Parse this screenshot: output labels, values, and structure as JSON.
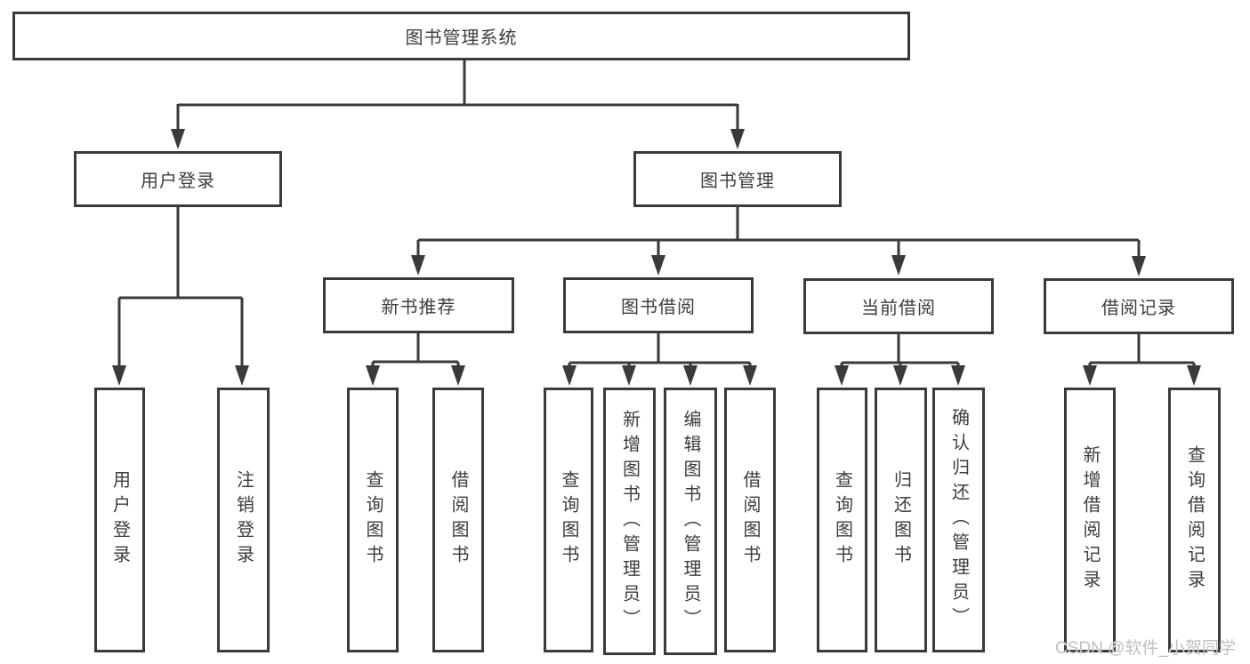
{
  "tree": {
    "root": {
      "label": "图书管理系统"
    },
    "branches": [
      {
        "label": "用户登录",
        "children": [
          {
            "label": "用户登录"
          },
          {
            "label": "注销登录"
          }
        ]
      },
      {
        "label": "图书管理",
        "children": [
          {
            "label": "新书推荐",
            "children": [
              {
                "label": "查询图书"
              },
              {
                "label": "借阅图书"
              }
            ]
          },
          {
            "label": "图书借阅",
            "children": [
              {
                "label": "查询图书"
              },
              {
                "label": "新增图书（管理员）"
              },
              {
                "label": "编辑图书（管理员）"
              },
              {
                "label": "借阅图书"
              }
            ]
          },
          {
            "label": "当前借阅",
            "children": [
              {
                "label": "查询图书"
              },
              {
                "label": "归还图书"
              },
              {
                "label": "确认归还（管理员）"
              }
            ]
          },
          {
            "label": "借阅记录",
            "children": [
              {
                "label": "新增借阅记录"
              },
              {
                "label": "查询借阅记录"
              }
            ]
          }
        ]
      }
    ]
  },
  "watermark": "CSDN @软件_小贺同学",
  "colors": {
    "line": "#3a3a3a",
    "text": "#3d3d3d",
    "background": "#ffffff",
    "watermark": "#c0c0c0"
  }
}
